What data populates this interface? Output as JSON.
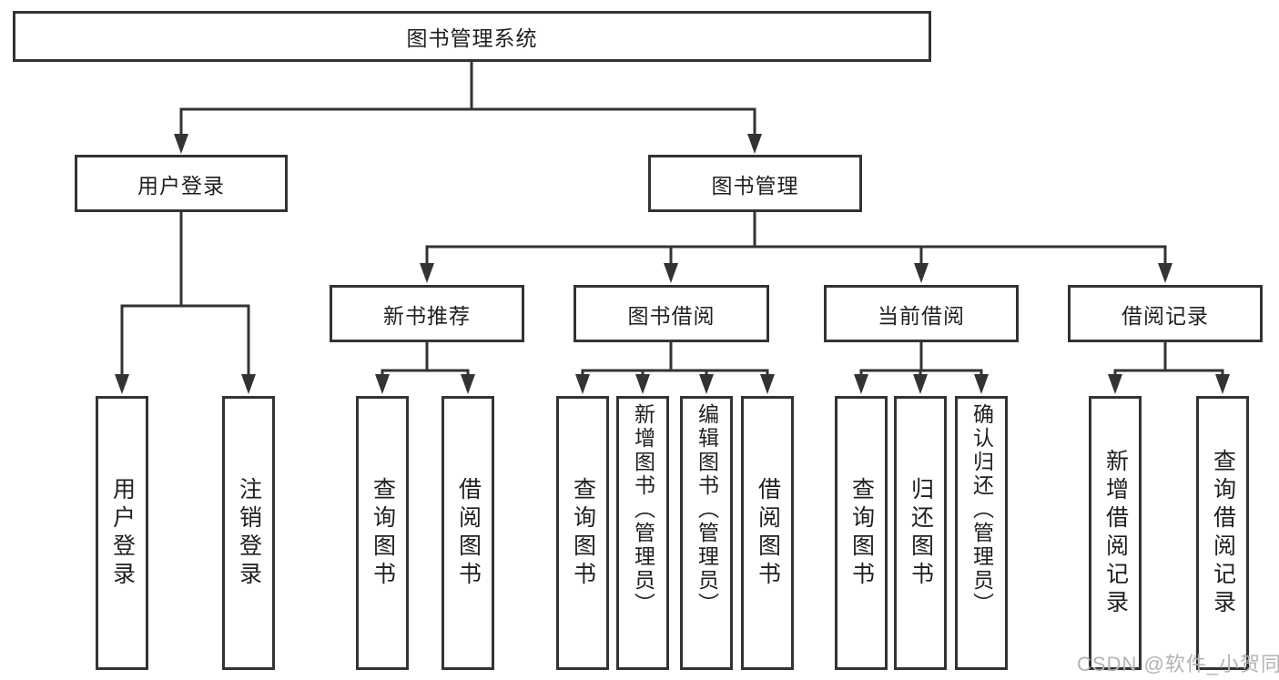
{
  "colors": {
    "background": "#ffffff",
    "line": "#333333",
    "box_border": "#333333",
    "text": "#1f1f1f",
    "watermark": "#b4b4b4"
  },
  "tree": {
    "root": {
      "label": "图书管理系统"
    },
    "level2": [
      {
        "label": "用户登录"
      },
      {
        "label": "图书管理"
      }
    ],
    "level3": [
      {
        "label": "新书推荐"
      },
      {
        "label": "图书借阅"
      },
      {
        "label": "当前借阅"
      },
      {
        "label": "借阅记录"
      }
    ],
    "leaves": {
      "user_login": [
        "用户登录",
        "注销登录"
      ],
      "new_book_recommend": [
        "查询图书",
        "借阅图书"
      ],
      "book_borrowing": [
        "查询图书",
        "新增图书（管理员）",
        "编辑图书（管理员）",
        "借阅图书"
      ],
      "current_borrowing": [
        "查询图书",
        "归还图书",
        "确认归还（管理员）"
      ],
      "borrowing_records": [
        "新增借阅记录",
        "查询借阅记录"
      ]
    }
  },
  "watermark": {
    "text": "CSDN @软件_小贺同学"
  }
}
